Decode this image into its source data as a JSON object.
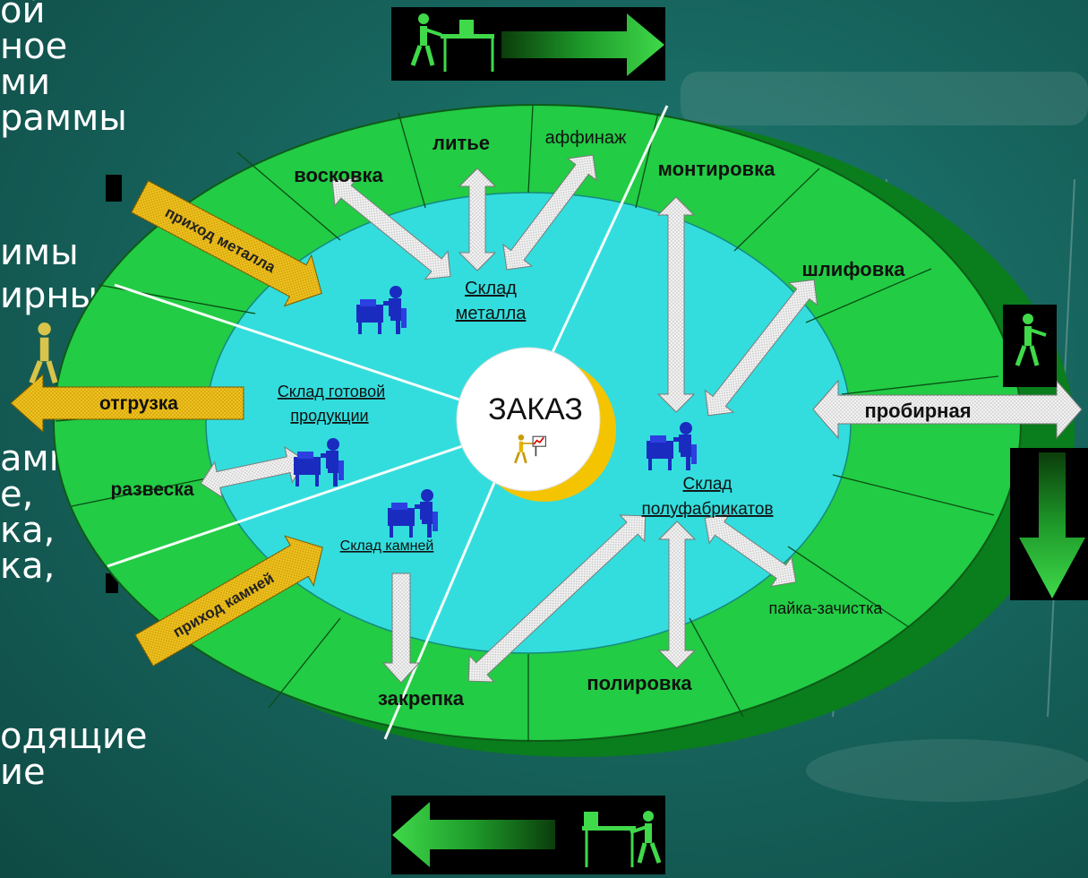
{
  "center": {
    "title": "ЗАКАЗ"
  },
  "ring_stages": {
    "voskovka": "восковка",
    "litye": "литье",
    "affinazh": "аффинаж",
    "montirovka": "монтировка",
    "shlifovka": "шлифовка",
    "probirnaya": "пробирная",
    "payka": "пайка-зачистка",
    "polirovka": "полировка",
    "zakrepka": "закрепка",
    "razveska": "развеска",
    "otgruzka": "отгрузка",
    "prikhod_metalla": "приход металла",
    "prikhod_kamney": "приход камней"
  },
  "warehouses": {
    "metal_l1": "Склад",
    "metal_l2": "металла",
    "finished_l1": "Склад готовой",
    "finished_l2": "продукции",
    "semi_l1": "Склад",
    "semi_l2": "полуфабрикатов",
    "stones": "Склад камней"
  },
  "background_text": [
    "ой",
    "ное",
    "ми",
    "раммы",
    "",
    "",
    "имы",
    "ирных",
    "",
    "",
    "",
    "",
    "амму",
    "е,",
    "ка,",
    "ка,",
    "",
    "",
    "",
    "одящие",
    "ие"
  ],
  "colors": {
    "background": "#17665f",
    "ring": "#22cc44",
    "inner": "#33dddd",
    "rim": "#0d8a22",
    "label_arrow": "#f2cc26",
    "worker": "#1a2bbf"
  }
}
